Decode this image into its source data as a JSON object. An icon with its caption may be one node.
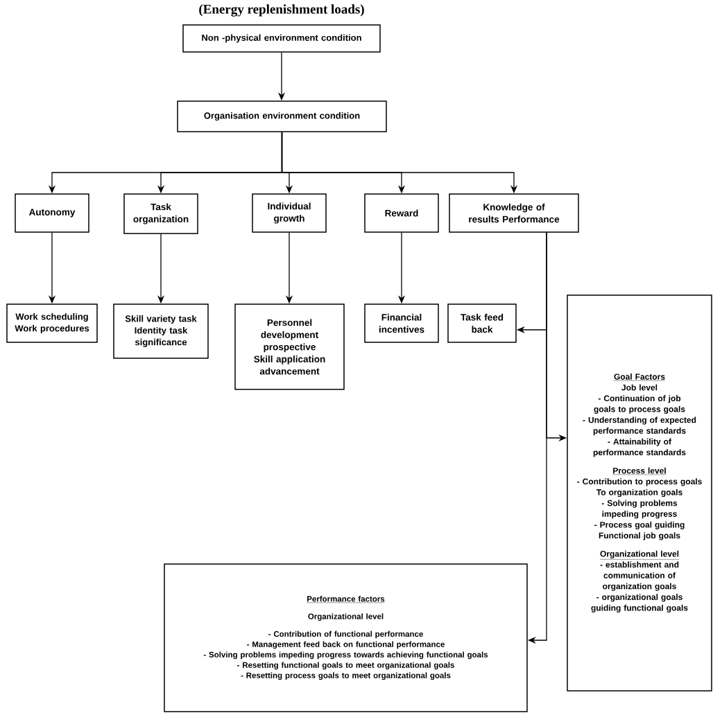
{
  "diagram": {
    "title": "(Energy replenishment loads)",
    "nodes": [
      {
        "text": [
          "Non -physical environment condition"
        ]
      },
      {
        "text": [
          "Organisation environment condition"
        ]
      },
      {
        "text": [
          "Autonomy"
        ]
      },
      {
        "text": [
          "Task organization"
        ]
      },
      {
        "text": [
          "Individual growth"
        ]
      },
      {
        "text": [
          "Reward"
        ]
      },
      {
        "text": [
          "Knowledge of results Performance"
        ]
      },
      {
        "text": [
          "Work scheduling Work procedures"
        ]
      },
      {
        "text": [
          "Skill variety task Identity task significance"
        ]
      },
      {
        "text": [
          "Personnel development prospective Skill application advancement"
        ]
      },
      {
        "text": [
          "Financial incentives"
        ]
      },
      {
        "text": [
          "Task feed back"
        ]
      },
      {
        "text": [
          "Goal Factors",
          "Job level",
          "- Continuation of job goals to process goals",
          "- Understanding of expected performance standards",
          "- Attainability of performance standards",
          "Process level",
          "- Contribution to process goals",
          "To organization goals",
          "- Solving problems impeding progress",
          "- Process goal guiding Functional job goals",
          "Organizational level",
          "- establishment and communication of organization goals",
          "- organizational goals guiding functional goals"
        ]
      },
      {
        "text": [
          "Performance factors",
          "Organizational level",
          "- Contribution of functional performance",
          "- Management feed back on functional performance",
          "- Solving problems impeding progress towards achieving functional goals",
          "- Resetting functional goals to meet organizational goals",
          "- Resetting process goals to meet organizational goals"
        ]
      }
    ],
    "edges": [
      {
        "from": 0,
        "to": 1,
        "arrow": "to"
      },
      {
        "from": 1,
        "to": 2,
        "arrow": "to"
      },
      {
        "from": 1,
        "to": 3,
        "arrow": "to"
      },
      {
        "from": 1,
        "to": 4,
        "arrow": "to"
      },
      {
        "from": 1,
        "to": 5,
        "arrow": "to"
      },
      {
        "from": 1,
        "to": 6,
        "arrow": "to"
      },
      {
        "from": 2,
        "to": 7,
        "arrow": "to"
      },
      {
        "from": 3,
        "to": 8,
        "arrow": "to"
      },
      {
        "from": 4,
        "to": 9,
        "arrow": "to"
      },
      {
        "from": 5,
        "to": 10,
        "arrow": "to"
      },
      {
        "from": 6,
        "to": 11,
        "arrow": "to"
      },
      {
        "from": 6,
        "to": 12,
        "arrow": "to"
      },
      {
        "from": 6,
        "to": 13,
        "arrow": "to"
      }
    ]
  }
}
